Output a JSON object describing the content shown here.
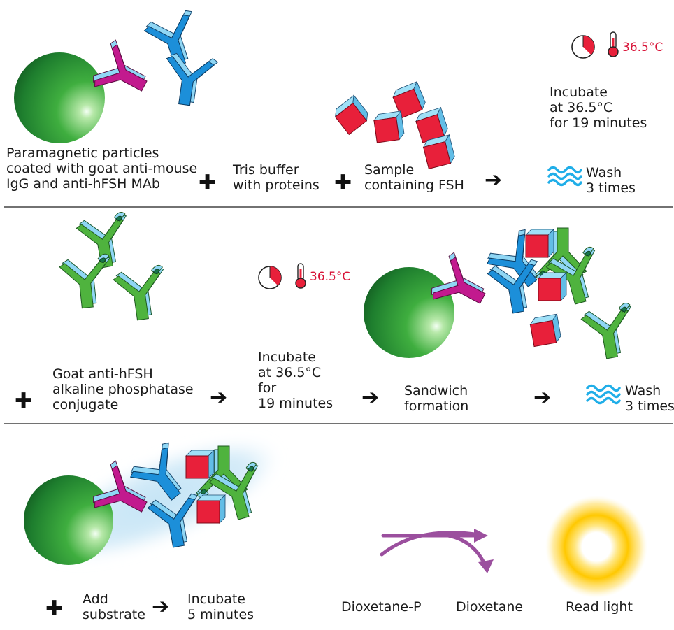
{
  "row1": {
    "particles_label": [
      "Paramagnetic particles",
      "coated with goat anti-mouse",
      "IgG and anti-hFSH MAb"
    ],
    "buffer_label": [
      "Tris buffer",
      "with proteins"
    ],
    "sample_label": [
      "Sample",
      "containing FSH"
    ],
    "temperature": "36.5°C",
    "incubate_label": [
      "Incubate",
      "at 36.5°C",
      "for 19 minutes"
    ],
    "wash_label": [
      "Wash",
      "3 times"
    ]
  },
  "row2": {
    "conjugate_label": [
      "Goat  anti-hFSH",
      "alkaline phosphatase",
      "conjugate"
    ],
    "temperature": "36.5°C",
    "incubate_label": [
      "Incubate",
      "at 36.5°C",
      "for",
      "19 minutes"
    ],
    "sandwich_label": [
      "Sandwich",
      "formation"
    ],
    "wash_label": [
      "Wash",
      "3 times"
    ]
  },
  "row3": {
    "substrate_label": [
      "Add",
      "substrate"
    ],
    "incubate_label": [
      "Incubate",
      "5 minutes"
    ],
    "from_label": "Dioxetane-P",
    "to_label": "Dioxetane",
    "read_label": "Read light"
  },
  "symbols": {
    "plus": "✚",
    "arrow": "➔"
  },
  "icons": [
    "sphere-icon",
    "antibody-icon",
    "fsh-cube-icon",
    "clock-icon",
    "thermometer-icon",
    "wash-waves-icon",
    "reaction-arrow-icon",
    "light-glow-icon"
  ],
  "colors": {
    "capture_antibody": "#1c8fd9",
    "mouse_igg": "#c21a8e",
    "conjugate": "#4fb33e",
    "antigen": "#e8203a",
    "text_temperature": "#d81438",
    "wash": "#20aee8",
    "substrate_arrow": "#9b4f9e",
    "light": "#ffc800"
  }
}
